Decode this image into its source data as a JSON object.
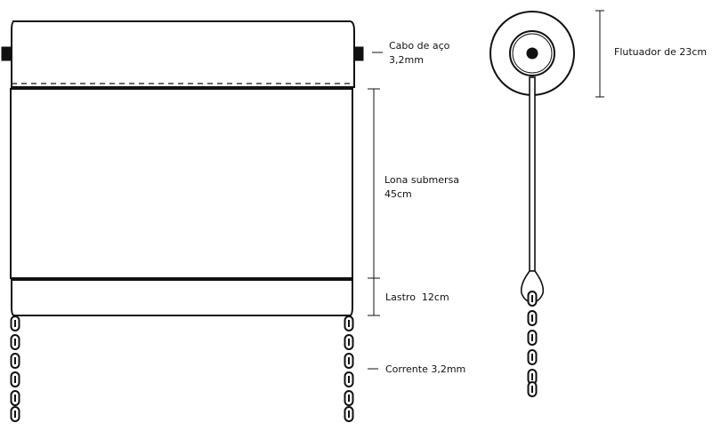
{
  "labels": {
    "cable_line1": "Cabo de aço",
    "cable_line2": "3,2mm",
    "canvas_line1": "Lona submersa",
    "canvas_line2": "45cm",
    "ballast": "Lastro  12cm",
    "chain": "Corrente 3,2mm",
    "float": "Flutuador de 23cm"
  },
  "colors": {
    "stroke": "#111111",
    "background": "#ffffff"
  }
}
